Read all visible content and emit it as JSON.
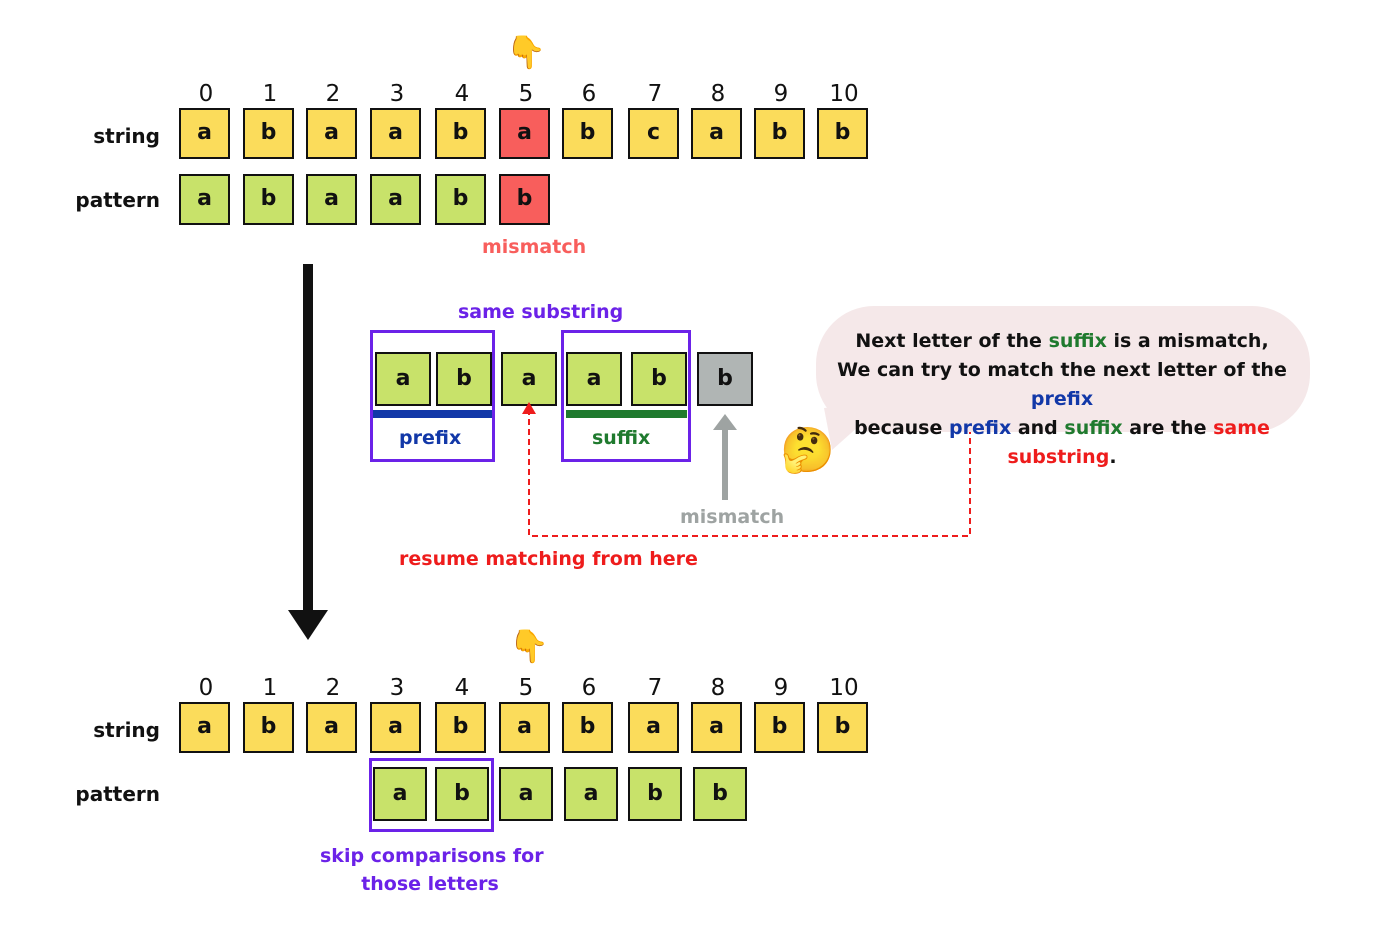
{
  "top": {
    "indices": [
      "0",
      "1",
      "2",
      "3",
      "4",
      "5",
      "6",
      "7",
      "8",
      "9",
      "10"
    ],
    "string_label": "string",
    "pattern_label": "pattern",
    "string_cells": [
      "a",
      "b",
      "a",
      "a",
      "b",
      "a",
      "b",
      "c",
      "a",
      "b",
      "b"
    ],
    "pattern_cells": [
      "a",
      "b",
      "a",
      "a",
      "b",
      "b"
    ],
    "mismatch_label": "mismatch",
    "pointer_icon": "pointing-down-hand"
  },
  "middle": {
    "same_substring_label": "same substring",
    "cells": [
      "a",
      "b",
      "a",
      "a",
      "b",
      "b"
    ],
    "prefix_label": "prefix",
    "suffix_label": "suffix",
    "mismatch_label": "mismatch",
    "resume_label": "resume  matching from here"
  },
  "bubble": {
    "line1_a": "Next letter of the ",
    "line1_b": "suffix",
    "line1_c": " is a mismatch,",
    "line2_a": "We can try to match the next letter of the ",
    "line2_b": "prefix",
    "line3_a": "because ",
    "line3_b": "prefix",
    "line3_c": " and ",
    "line3_d": "suffix",
    "line3_e": " are the ",
    "line3_f": "same substring",
    "line3_g": ".",
    "emoji_icon": "thinking-face"
  },
  "bottom": {
    "indices": [
      "0",
      "1",
      "2",
      "3",
      "4",
      "5",
      "6",
      "7",
      "8",
      "9",
      "10"
    ],
    "string_label": "string",
    "pattern_label": "pattern",
    "string_cells": [
      "a",
      "b",
      "a",
      "a",
      "b",
      "a",
      "b",
      "a",
      "a",
      "b",
      "b"
    ],
    "pattern_cells": [
      "a",
      "b",
      "a",
      "a",
      "b",
      "b"
    ],
    "skip_line1": "skip comparisons for",
    "skip_line2": "those letters",
    "pointer_icon": "pointing-down-hand"
  },
  "colors": {
    "string_cell": "#fbdc5b",
    "pattern_cell": "#c8e26a",
    "mismatch_cell": "#f85e5c",
    "mismatched_pattern_cell": "#b0b5b4",
    "highlight_box": "#6b22e8",
    "prefix": "#1238a8",
    "suffix": "#1f7a2e",
    "mismatch_text": "#f85e5c",
    "resume_text": "#ee1c1c",
    "grey_mismatch_text": "#9ea3a2",
    "arrow": "#111111"
  }
}
